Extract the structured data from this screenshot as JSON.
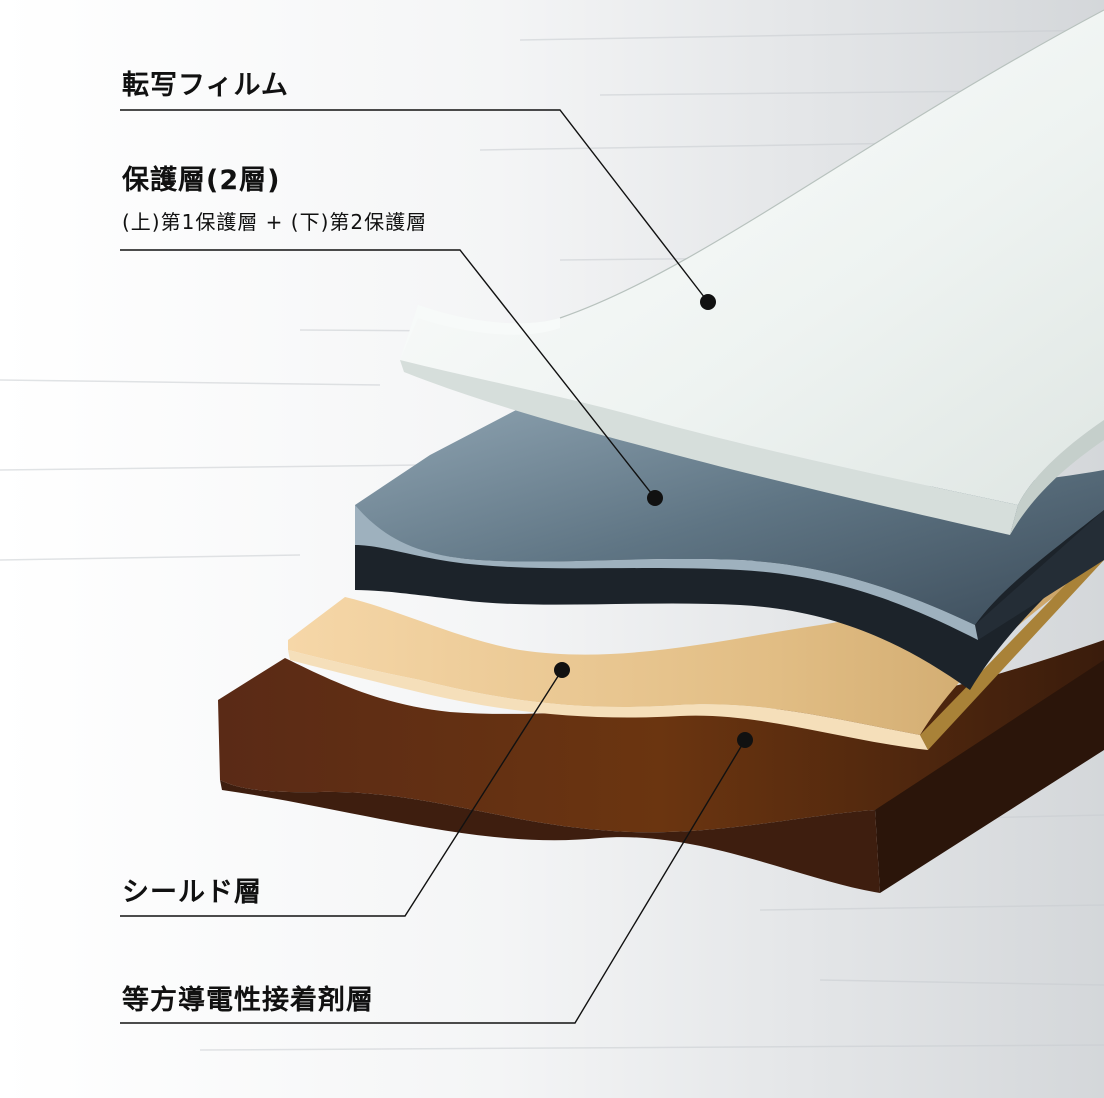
{
  "labels": {
    "transfer_film": "転写フィルム",
    "protective_layer": "保護層(2層)",
    "protective_detail": "(上)第1保護層 + (下)第2保護層",
    "shield_layer": "シールド層",
    "adhesive_layer": "等方導電性接着剤層"
  },
  "colors": {
    "film": "#e9efed",
    "protective_top": "#6e8391",
    "protective_bottom": "#1b2128",
    "shield": "#d8b47c",
    "adhesive": "#4a2413",
    "leader": "#111111"
  }
}
